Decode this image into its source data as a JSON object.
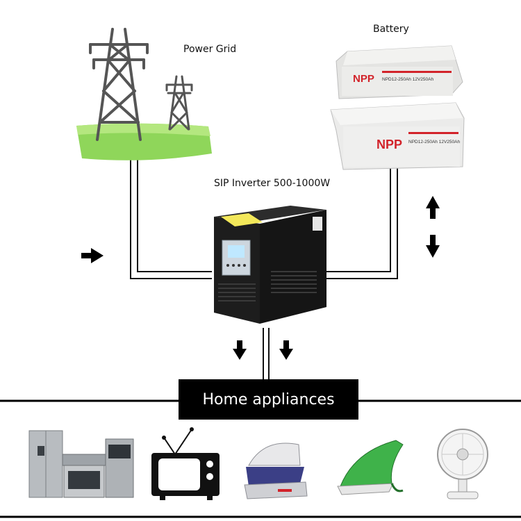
{
  "labels": {
    "power_grid": "Power Grid",
    "battery": "Battery",
    "inverter": "SIP Inverter 500-1000W",
    "home_appliances": "Home appliances"
  },
  "battery": {
    "brand": "NPP",
    "model_top": "NPD12-250Ah 12V250Ah",
    "model_bottom": "NPD12-250Ah 12V250Ah"
  },
  "appliances": [
    "refrigerator",
    "television",
    "steam iron",
    "iron",
    "fan"
  ],
  "colors": {
    "grass": "#8fd65a",
    "grass_dark": "#6fbf3c",
    "battery_logo": "#d2232a",
    "inverter_label": "#f3e85a",
    "lcd": "#bfe8ff"
  }
}
